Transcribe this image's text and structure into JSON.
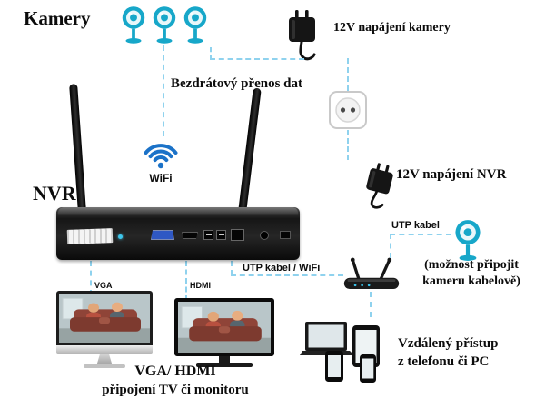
{
  "colors": {
    "connector": "#8fd2ee",
    "camera": "#17a7c9",
    "wifi": "#1b72c8"
  },
  "labels": {
    "cameras": "Kamery",
    "camera_power": "12V napájení kamery",
    "wireless": "Bezdrátový přenos dat",
    "nvr": "NVR",
    "wifi": "WiFi",
    "nvr_power": "12V napájení NVR",
    "utp": "UTP kabel",
    "note_line1": "(možnost připojit",
    "note_line2": "kameru kabelově)",
    "router_link": "UTP kabel / WiFi",
    "vga": "VGA",
    "hdmi": "HDMI",
    "tv_caption1": "VGA/ HDMI",
    "tv_caption2": "připojení TV či monitoru",
    "remote1": "Vzdálený přístup",
    "remote2": "z telefonu či PC"
  }
}
